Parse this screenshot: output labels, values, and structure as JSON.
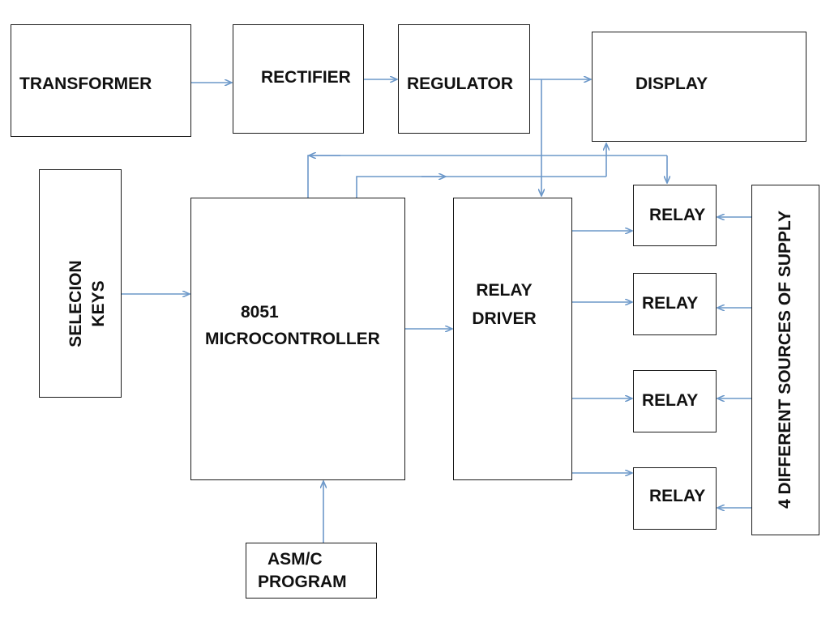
{
  "colors": {
    "wire": "#6c98c9",
    "border": "#1a1a1a",
    "text": "#111111"
  },
  "blocks": {
    "transformer": "TRANSFORMER",
    "rectifier": "RECTIFIER",
    "regulator": "REGULATOR",
    "display": "DISPLAY",
    "selection_keys_line1": "SELECION",
    "selection_keys_line2": "KEYS",
    "microcontroller_line1": "8051",
    "microcontroller_line2": "MICROCONTROLLER",
    "relay_driver_line1": "RELAY",
    "relay_driver_line2": "DRIVER",
    "relay_1": "RELAY",
    "relay_2": "RELAY",
    "relay_3": "RELAY",
    "relay_4": "RELAY",
    "supply_sources": "4 DIFFERENT SOURCES OF SUPPLY",
    "program_line1": "ASM/C",
    "program_line2": "PROGRAM"
  }
}
